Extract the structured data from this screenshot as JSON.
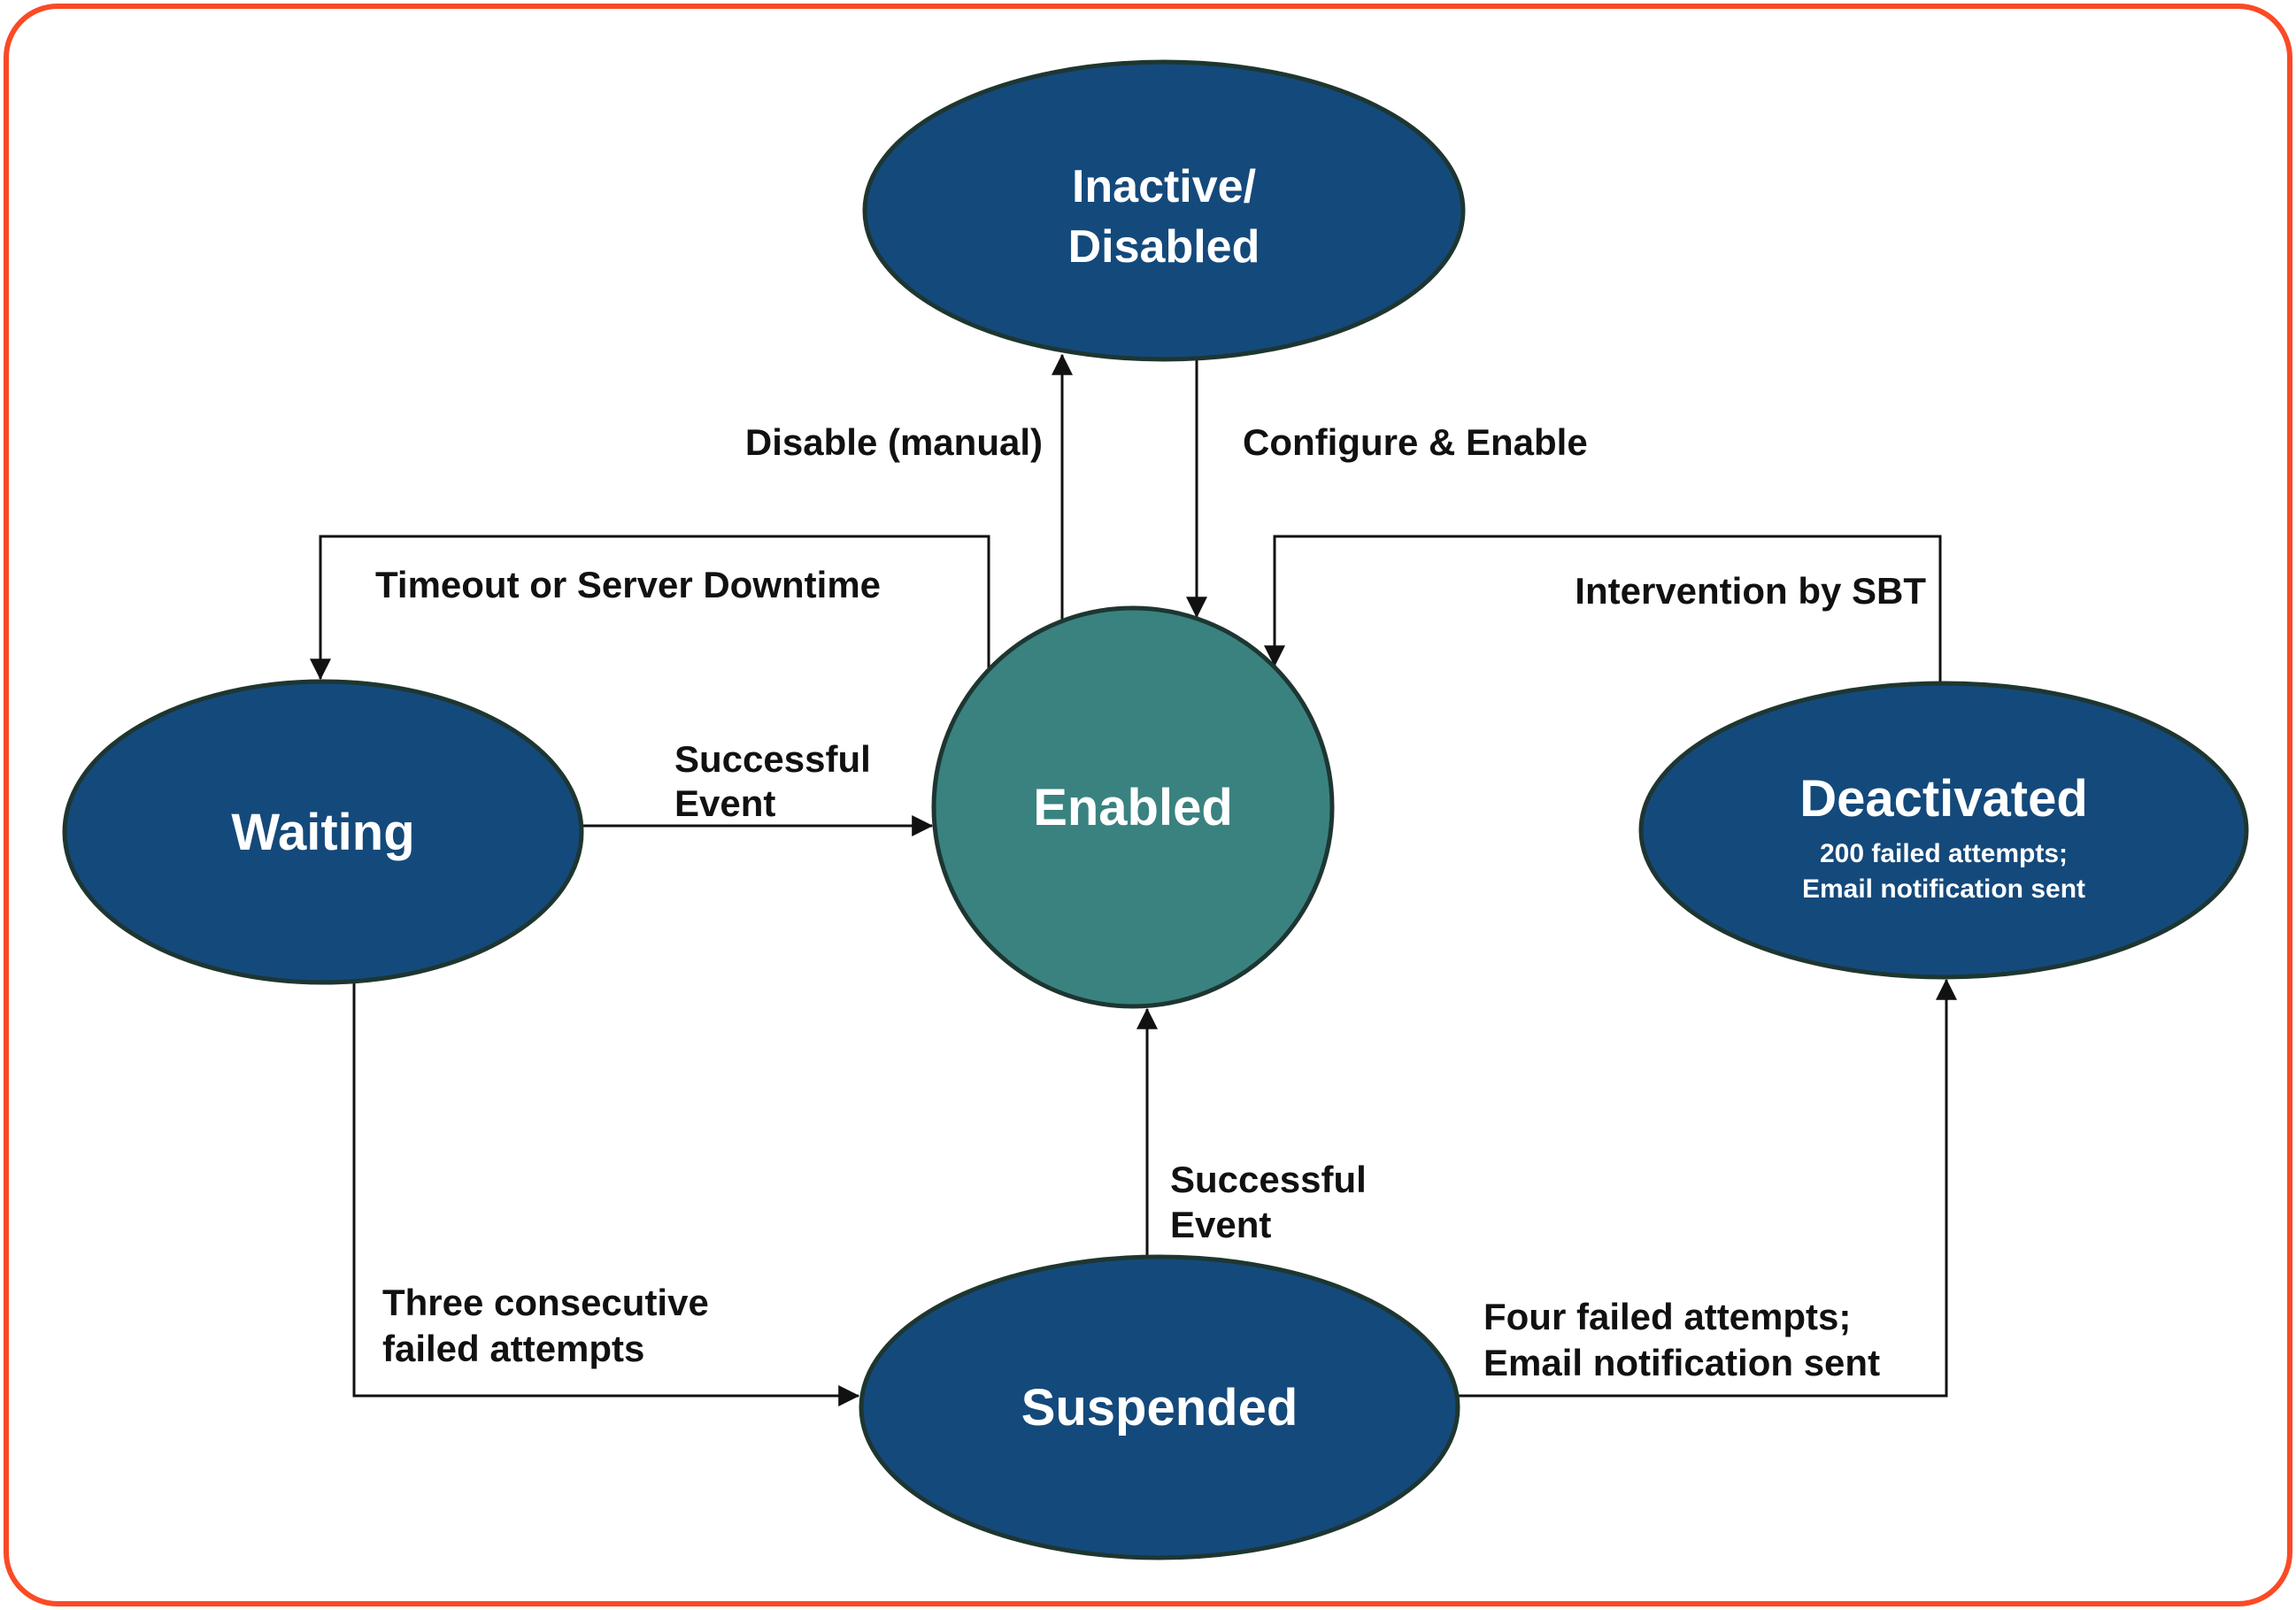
{
  "diagram": {
    "type": "state-transition-diagram",
    "colors": {
      "background": "#ffffff",
      "border": "#FB4A26",
      "state_fill": "#14497B",
      "state_stroke": "#1E3631",
      "enabled_fill": "#398280",
      "edge_color": "#111111",
      "state_text": "#ffffff",
      "label_text": "#111111"
    },
    "states": [
      {
        "id": "inactive-disabled",
        "line1": "Inactive/",
        "line2": "Disabled"
      },
      {
        "id": "enabled",
        "label": "Enabled"
      },
      {
        "id": "waiting",
        "label": "Waiting"
      },
      {
        "id": "deactivated",
        "label": "Deactivated",
        "sub1": "200 failed attempts;",
        "sub2": "Email notification sent"
      },
      {
        "id": "suspended",
        "label": "Suspended"
      }
    ],
    "transitions": [
      {
        "id": "disable-manual",
        "from": "enabled",
        "to": "inactive-disabled",
        "label": "Disable (manual)"
      },
      {
        "id": "configure-enable",
        "from": "inactive-disabled",
        "to": "enabled",
        "label": "Configure & Enable"
      },
      {
        "id": "timeout-server-downtime",
        "from": "enabled",
        "to": "waiting",
        "label": "Timeout or Server Downtime"
      },
      {
        "id": "successful-event-from-waiting",
        "from": "waiting",
        "to": "enabled",
        "line1": "Successful",
        "line2": "Event"
      },
      {
        "id": "intervention-by-sbt",
        "from": "deactivated",
        "to": "enabled",
        "label": "Intervention by SBT"
      },
      {
        "id": "three-consecutive-failed",
        "from": "waiting",
        "to": "suspended",
        "line1": "Three consecutive",
        "line2": "failed attempts"
      },
      {
        "id": "successful-event-from-suspended",
        "from": "suspended",
        "to": "enabled",
        "line1": "Successful",
        "line2": "Event"
      },
      {
        "id": "four-failed-attempts",
        "from": "suspended",
        "to": "deactivated",
        "line1": "Four failed attempts;",
        "line2": "Email notification sent"
      }
    ]
  }
}
